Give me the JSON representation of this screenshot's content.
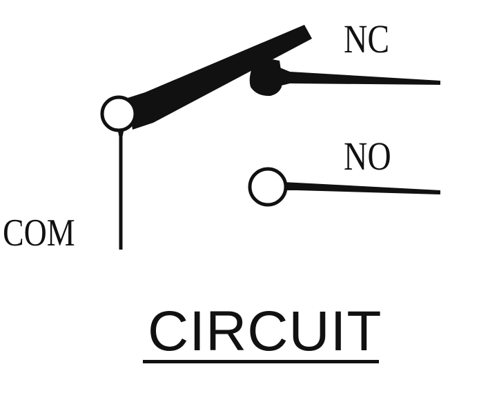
{
  "terminals": {
    "nc": "NC",
    "no": "NO",
    "com": "COM"
  },
  "caption": "CIRCUIT",
  "colors": {
    "line": "#111111",
    "background": "#ffffff"
  }
}
